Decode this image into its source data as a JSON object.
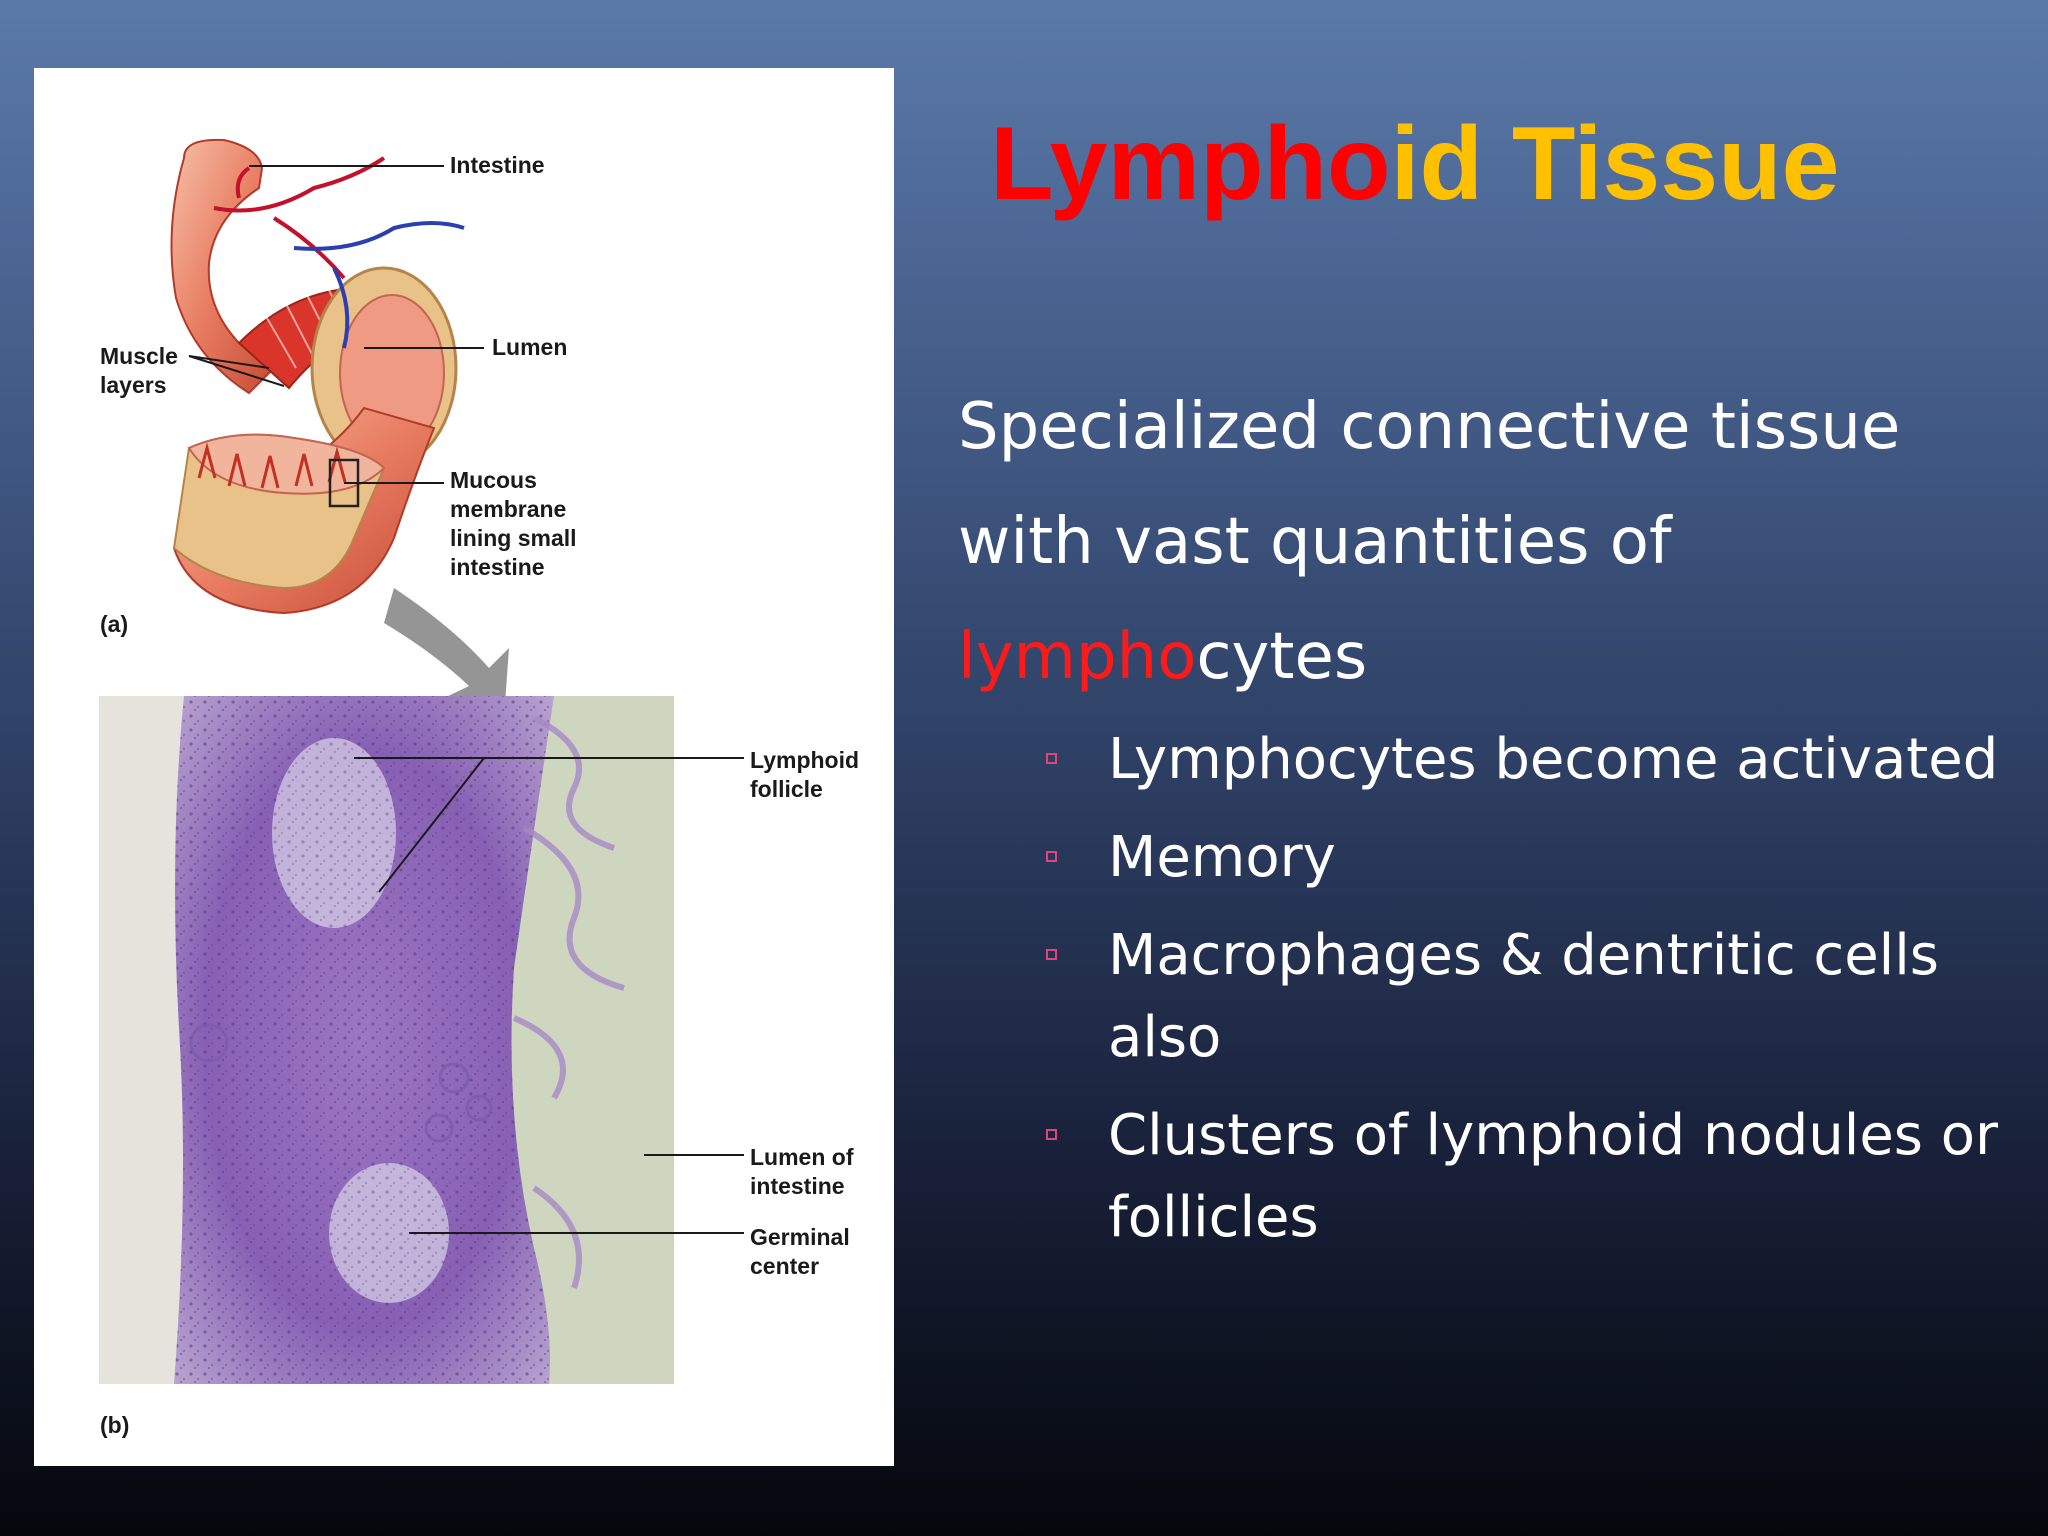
{
  "title": {
    "part_red": "Lympho",
    "part_gold": "id Tissue"
  },
  "body": {
    "main_prefix": "Specialized connective tissue with vast quantities of ",
    "main_highlight": "lympho",
    "main_suffix": "cytes",
    "bullets": [
      "Lymphocytes become activated",
      "Memory",
      "Macrophages & dentritic cells also",
      "Clusters of lymphoid nodules or follicles"
    ]
  },
  "figure": {
    "labels": {
      "intestine": "Intestine",
      "muscle_layers": "Muscle\nlayers",
      "lumen": "Lumen",
      "mucous": "Mucous\nmembrane\nlining small\nintestine",
      "part_a": "(a)",
      "lymphoid_follicle": "Lymphoid\nfollicle",
      "lumen_of_intestine": "Lumen of\nintestine",
      "germinal_center": "Germinal\ncenter",
      "part_b": "(b)"
    }
  },
  "colors": {
    "title_red": "#ff0000",
    "title_gold": "#ffc000",
    "highlight_red": "#ff1a1a",
    "bullet_marker": "#e0457a"
  }
}
